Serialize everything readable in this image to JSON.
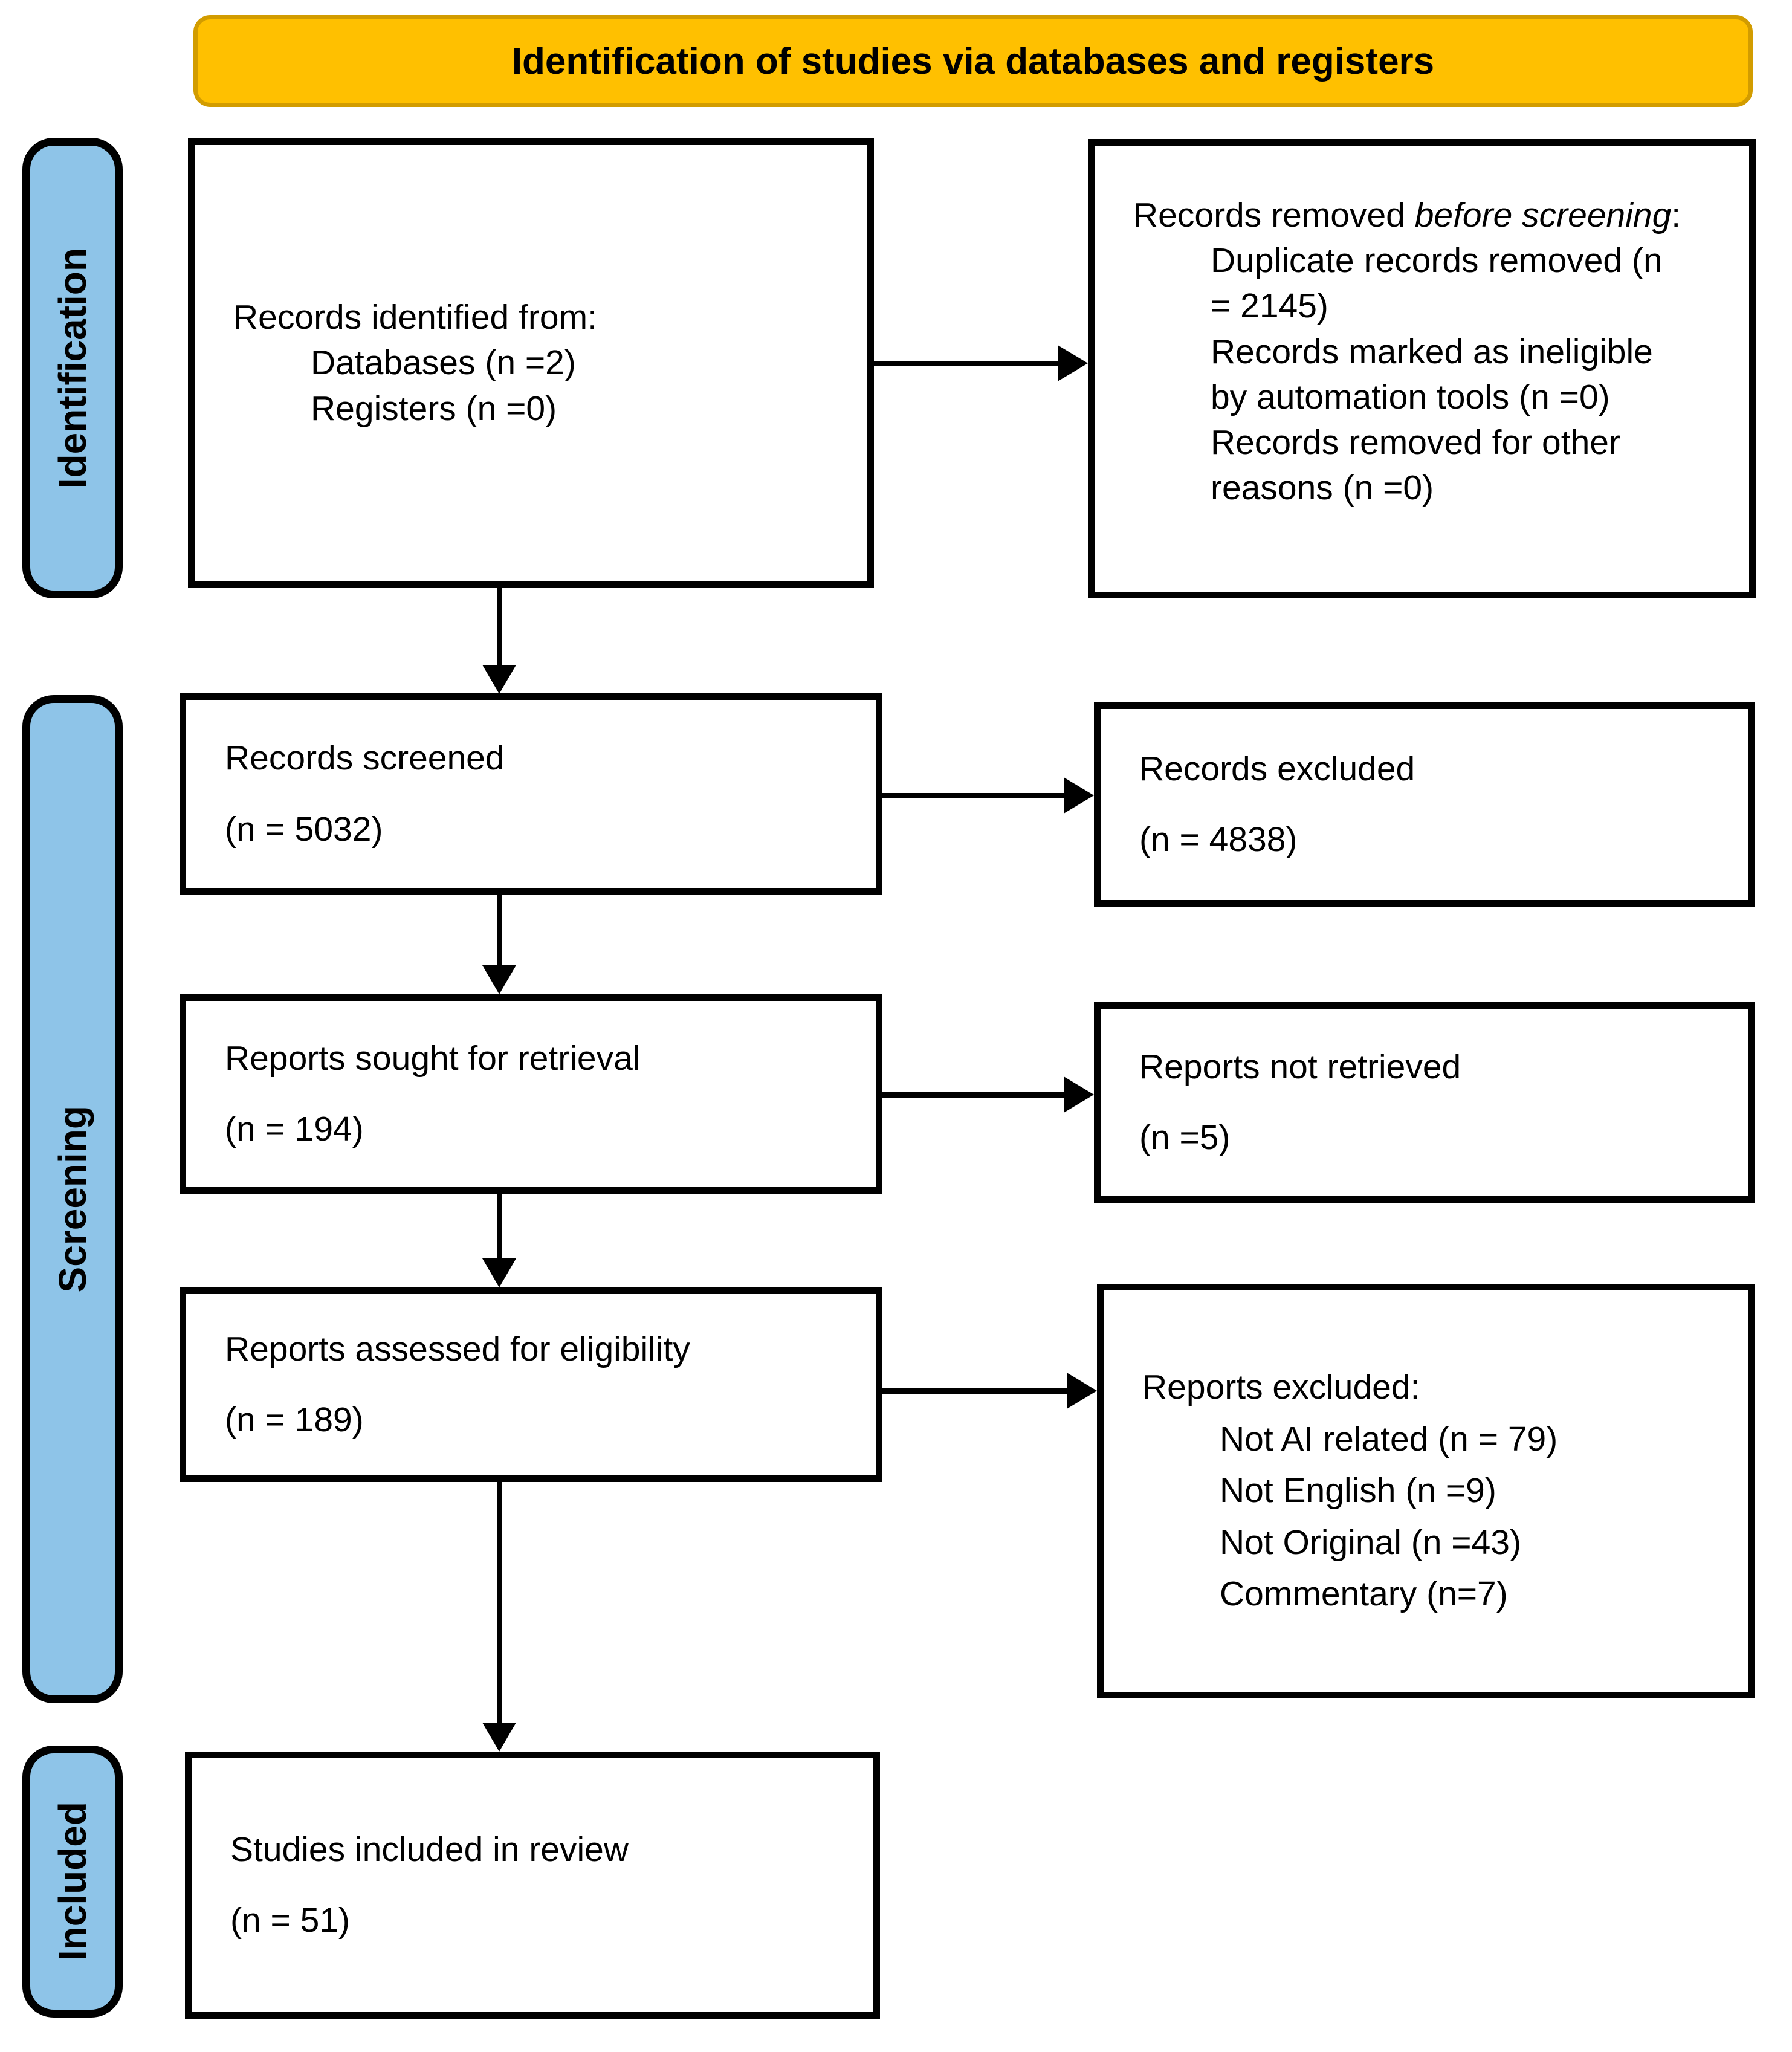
{
  "header": {
    "title": "Identification of studies via databases and registers"
  },
  "colors": {
    "banner_fill": "#FFC000",
    "banner_border": "#D29C00",
    "stage_fill": "#8EC4E8",
    "box_border": "#000000"
  },
  "stages": {
    "identification": {
      "label": "Identification"
    },
    "screening": {
      "label": "Screening"
    },
    "included": {
      "label": "Included"
    }
  },
  "boxes": {
    "identified": {
      "title": "Records identified from:",
      "items": [
        "Databases (n =2)",
        "Registers (n =0)"
      ]
    },
    "removed": {
      "title_prefix": "Records removed ",
      "title_italic": "before screening",
      "title_suffix": ":",
      "items": [
        "Duplicate records removed (n = 2145)",
        "Records marked as ineligible by automation tools (n =0)",
        "Records removed for other reasons (n =0)"
      ]
    },
    "screened": {
      "title": "Records screened",
      "count": "(n = 5032)"
    },
    "records_excluded": {
      "title": "Records excluded",
      "count": "(n = 4838)"
    },
    "sought": {
      "title": "Reports sought for retrieval",
      "count": "(n = 194)"
    },
    "not_retrieved": {
      "title": "Reports not retrieved",
      "count": "(n =5)"
    },
    "assessed": {
      "title": "Reports assessed for eligibility",
      "count": "(n = 189)"
    },
    "reports_excluded": {
      "title": "Reports excluded:",
      "items": [
        "Not AI related (n = 79)",
        "Not English (n =9)",
        "Not Original (n =43)",
        "Commentary (n=7)"
      ]
    },
    "included": {
      "title": "Studies included in review",
      "count": "(n = 51)"
    }
  }
}
